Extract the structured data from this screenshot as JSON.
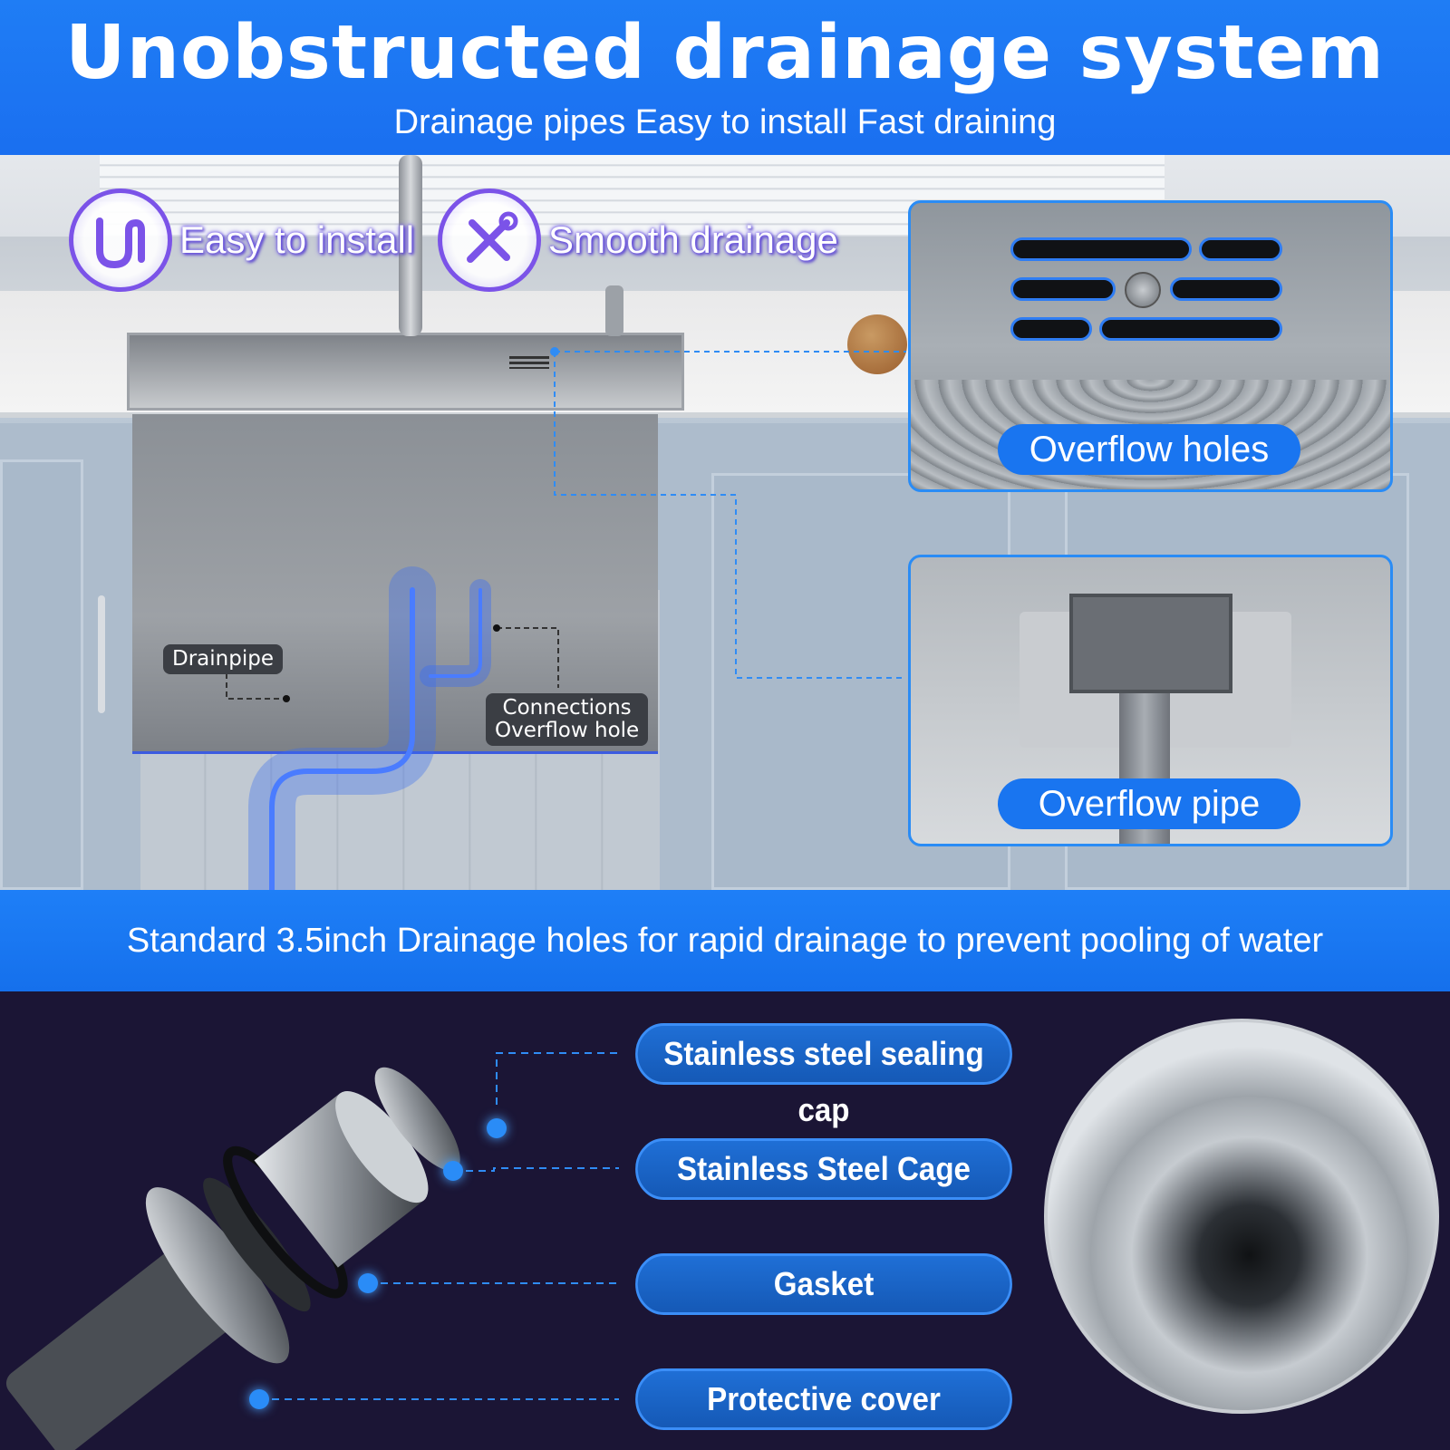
{
  "header": {
    "title": "Unobstructed drainage system",
    "subtitle": "Drainage pipes Easy to install Fast draining"
  },
  "features": [
    {
      "icon": "u-pipe-icon",
      "label": "Easy to install"
    },
    {
      "icon": "tools-icon",
      "label": "Smooth drainage"
    }
  ],
  "callouts": {
    "drainpipe": "Drainpipe",
    "connections_line1": "Connections",
    "connections_line2": "Overflow hole"
  },
  "panels": {
    "overflow_holes": "Overflow holes",
    "overflow_pipe": "Overflow pipe"
  },
  "banner": {
    "text": "Standard 3.5inch Drainage holes for rapid drainage to prevent pooling of water"
  },
  "parts": [
    {
      "label": "Stainless steel sealing cap"
    },
    {
      "label": "Stainless Steel Cage"
    },
    {
      "label": "Gasket"
    },
    {
      "label": "Protective cover"
    }
  ],
  "colors": {
    "brand_blue": "#1975f0",
    "accent_purple": "#7b53e8",
    "dark_background": "#1b1535"
  }
}
